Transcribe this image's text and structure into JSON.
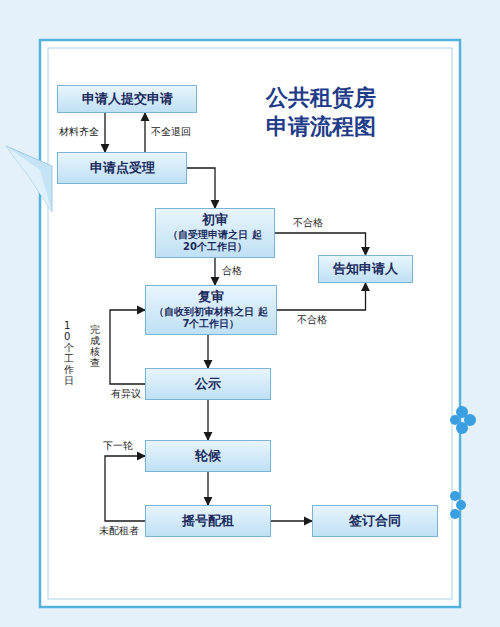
{
  "diagram": {
    "title": "公共租赁房 申请流程图",
    "nodes": [
      {
        "text": [
          "申请人提交申请"
        ]
      },
      {
        "text": [
          "申请点受理"
        ]
      },
      {
        "text": [
          "初审",
          "（自受理申请之日 起20个工作日）"
        ]
      },
      {
        "text": [
          "告知申请人"
        ]
      },
      {
        "text": [
          "复审",
          "（自收到初审材料之日 起7个工作日）"
        ]
      },
      {
        "text": [
          "公示"
        ]
      },
      {
        "text": [
          "轮候"
        ]
      },
      {
        "text": [
          "摇号配租"
        ]
      },
      {
        "text": [
          "签订合同"
        ]
      }
    ],
    "edges": [
      {
        "from": 0,
        "to": 1,
        "label": "材料齐全",
        "arrow": "to"
      },
      {
        "from": 1,
        "to": 0,
        "label": "不全退回",
        "arrow": "to"
      },
      {
        "from": 1,
        "to": 2,
        "arrow": "to"
      },
      {
        "from": 2,
        "to": 3,
        "label": "不合格",
        "arrow": "to"
      },
      {
        "from": 2,
        "to": 4,
        "label": "合格",
        "arrow": "to"
      },
      {
        "from": 4,
        "to": 3,
        "label": "不合格",
        "arrow": "to"
      },
      {
        "from": 4,
        "to": 5,
        "arrow": "to"
      },
      {
        "from": 5,
        "to": 4,
        "label": "有异议",
        "arrow": "to"
      },
      {
        "from": 5,
        "to": 6,
        "arrow": "to"
      },
      {
        "from": 6,
        "to": 7,
        "arrow": "to"
      },
      {
        "from": 7,
        "to": 6,
        "label": "未配租者",
        "arrow": "to"
      },
      {
        "from": 7,
        "to": 8,
        "arrow": "to"
      }
    ],
    "labels": [
      "10个工作日",
      "完成核查",
      "下一轮"
    ]
  }
}
